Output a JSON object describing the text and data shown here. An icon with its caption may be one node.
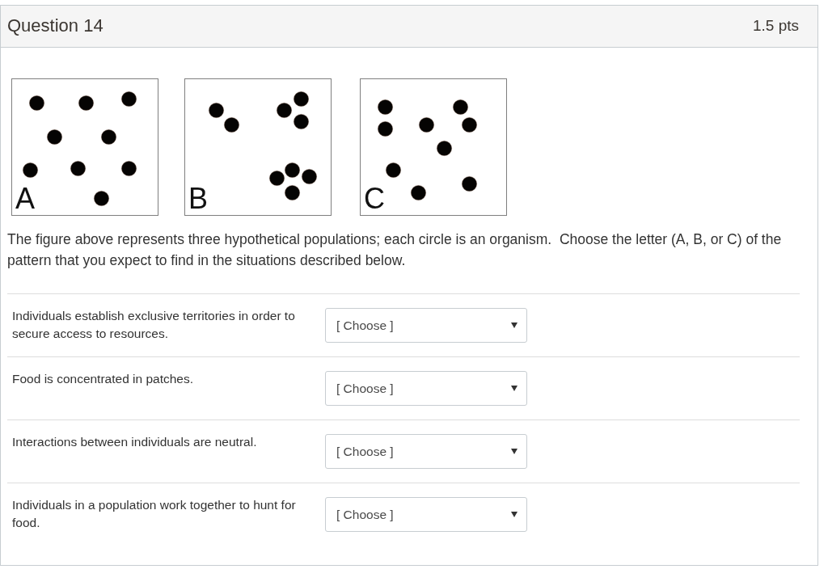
{
  "diagram": {
    "title": "Question 14",
    "nodes": [
      {
        "text": [
          "A"
        ]
      },
      {
        "text": [
          "B"
        ]
      },
      {
        "text": [
          "C"
        ]
      }
    ],
    "labels": [
      "1.5 pts",
      "The figure above represents three hypothetical populations; each circle is an organism.  Choose the letter (A, B, or C) of the pattern that you expect to find in the situations described below.",
      "Individuals establish exclusive territories in order to secure access to resources.",
      "[ Choose ]",
      "Food is concentrated in patches.",
      "[ Choose ]",
      "Interactions between individuals are neutral.",
      "[ Choose ]",
      "Individuals in a population work together to hunt for food.",
      "[ Choose ]"
    ]
  }
}
